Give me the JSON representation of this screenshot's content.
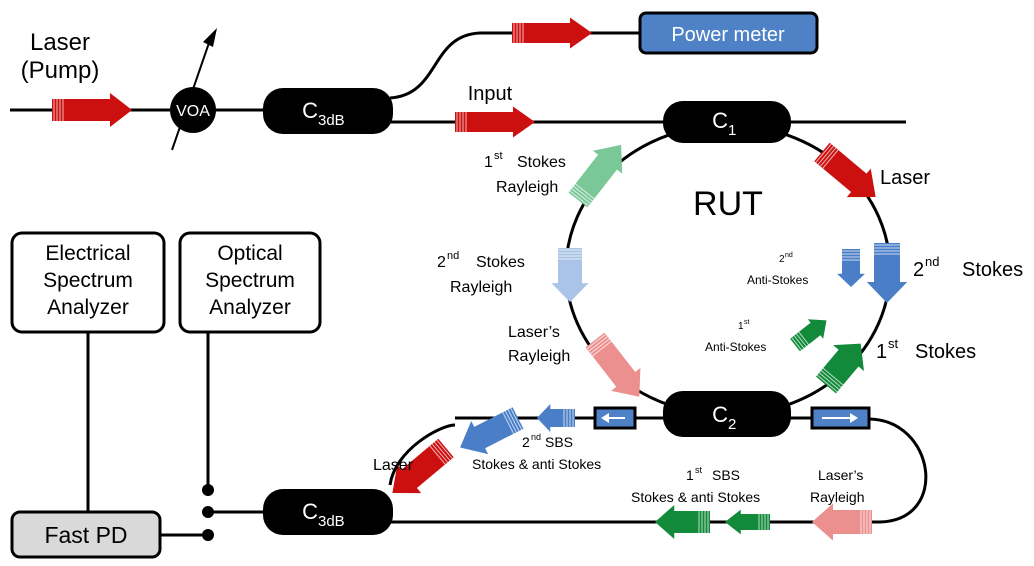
{
  "labels": {
    "laser_line1": "Laser",
    "laser_line2": "(Pump)",
    "voa": "VOA",
    "coupler_top_main": "C",
    "coupler_top_sub": "3dB",
    "power_meter": "Power meter",
    "input": "Input",
    "c1_main": "C",
    "c1_sub": "1",
    "c2_main": "C",
    "c2_sub": "2",
    "rut": "RUT",
    "laser_right": "Laser",
    "stokes1_rayleigh_sup_num": "1",
    "stokes1_rayleigh_sup": "st",
    "stokes1_rayleigh_a": "Stokes",
    "stokes1_rayleigh_b": "Rayleigh",
    "stokes2_rayleigh_num": "2",
    "stokes2_rayleigh_sup": "nd",
    "stokes2_rayleigh_a": "Stokes",
    "stokes2_rayleigh_b": "Rayleigh",
    "lasers_rayleigh_a": "Laser’s",
    "lasers_rayleigh_b": "Rayleigh",
    "anti2_num": "2",
    "anti2_sup": "nd",
    "anti2_text": "Anti-Stokes",
    "anti1_num": "1",
    "anti1_sup": "st",
    "anti1_text": "Anti-Stokes",
    "stokes2_right_num": "2",
    "stokes2_right_sup": "nd",
    "stokes2_right_text": "Stokes",
    "stokes1_right_num": "1",
    "stokes1_right_sup": "st",
    "stokes1_right_text": "Stokes",
    "esa_1": "Electrical",
    "esa_2": "Spectrum",
    "esa_3": "Analyzer",
    "osa_1": "Optical",
    "osa_2": "Spectrum",
    "osa_3": "Analyzer",
    "fast_pd": "Fast PD",
    "sbs2_num": "2",
    "sbs2_sup": "nd",
    "sbs2_a": "SBS",
    "sbs2_b": "Stokes & anti Stokes",
    "sbs1_num": "1",
    "sbs1_sup": "st",
    "sbs1_a": "SBS",
    "sbs1_b": "Stokes & anti Stokes",
    "laser_bottom": "Laser",
    "lasers_rayleigh_bottom_a": "Laser’s",
    "lasers_rayleigh_bottom_b": "Rayleigh",
    "coupler_bottom_main": "C",
    "coupler_bottom_sub": "3dB"
  },
  "colors": {
    "red": "#cc1010",
    "green": "#128a3a",
    "blue": "#4a7fc8",
    "light_green": "#7ac898",
    "light_blue": "#a9c4e6",
    "light_red": "#ec8f8f",
    "power_meter_fill": "#4f81c7",
    "fast_pd_fill": "#d9d9d9"
  }
}
